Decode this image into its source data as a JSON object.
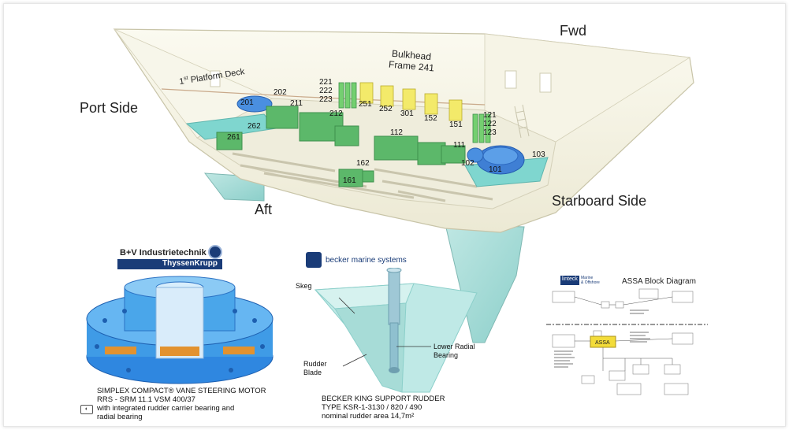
{
  "labels": {
    "fwd": "Fwd",
    "port_side": "Port Side",
    "aft": "Aft",
    "starboard_side": "Starboard Side",
    "bulkhead": "Bulkhead",
    "frame": "Frame 241",
    "platform_deck_pre": "1",
    "platform_deck_sup": "st",
    "platform_deck_post": " Platform Deck"
  },
  "component_numbers": {
    "n201": "201",
    "n202": "202",
    "n211": "211",
    "n212": "212",
    "n262": "262",
    "n261": "261",
    "n221": "221",
    "n222": "222",
    "n223": "223",
    "n251": "251",
    "n252": "252",
    "n301": "301",
    "n152": "152",
    "n151": "151",
    "n121": "121",
    "n122": "122",
    "n123": "123",
    "n112": "112",
    "n111": "111",
    "n103": "103",
    "n102": "102",
    "n101": "101",
    "n162": "162",
    "n161": "161"
  },
  "steering_motor": {
    "brand": "B+V Industrietechnik",
    "parent": "ThyssenKrupp",
    "caption_line1": "SIMPLEX COMPACT® VANE STEERING MOTOR",
    "caption_line2": "RRS - SRM 11.1 VSM 400/37",
    "caption_line3": "with integrated rudder carrier bearing and",
    "caption_line4": "radial bearing"
  },
  "rudder": {
    "brand": "becker marine systems",
    "skeg": "Skeg",
    "rudder_blade_1": "Rudder",
    "rudder_blade_2": "Blade",
    "lower_radial_1": "Lower Radial",
    "lower_radial_2": "Bearing",
    "caption_line1": "BECKER KING SUPPORT RUDDER",
    "caption_line2": "TYPE KSR-1-3130 / 820 / 490",
    "caption_line3": "nominal rudder area 14,7m²"
  },
  "assa": {
    "title": "ASSA Block Diagram",
    "logo": "linteck",
    "logo_sub1": "Marine",
    "logo_sub2": "& Offshore",
    "block_label": "ASSA"
  },
  "colors": {
    "hull": "#f4f2e2",
    "hull_edge": "#c8c4a8",
    "skeg": "#a9dcd8",
    "machine_green": "#5cb86a",
    "motor_blue": "#4a8fe0",
    "panel_yellow": "#f3ea6a",
    "steel_blue": "#3f9be6",
    "brand_navy": "#1a3c78"
  }
}
